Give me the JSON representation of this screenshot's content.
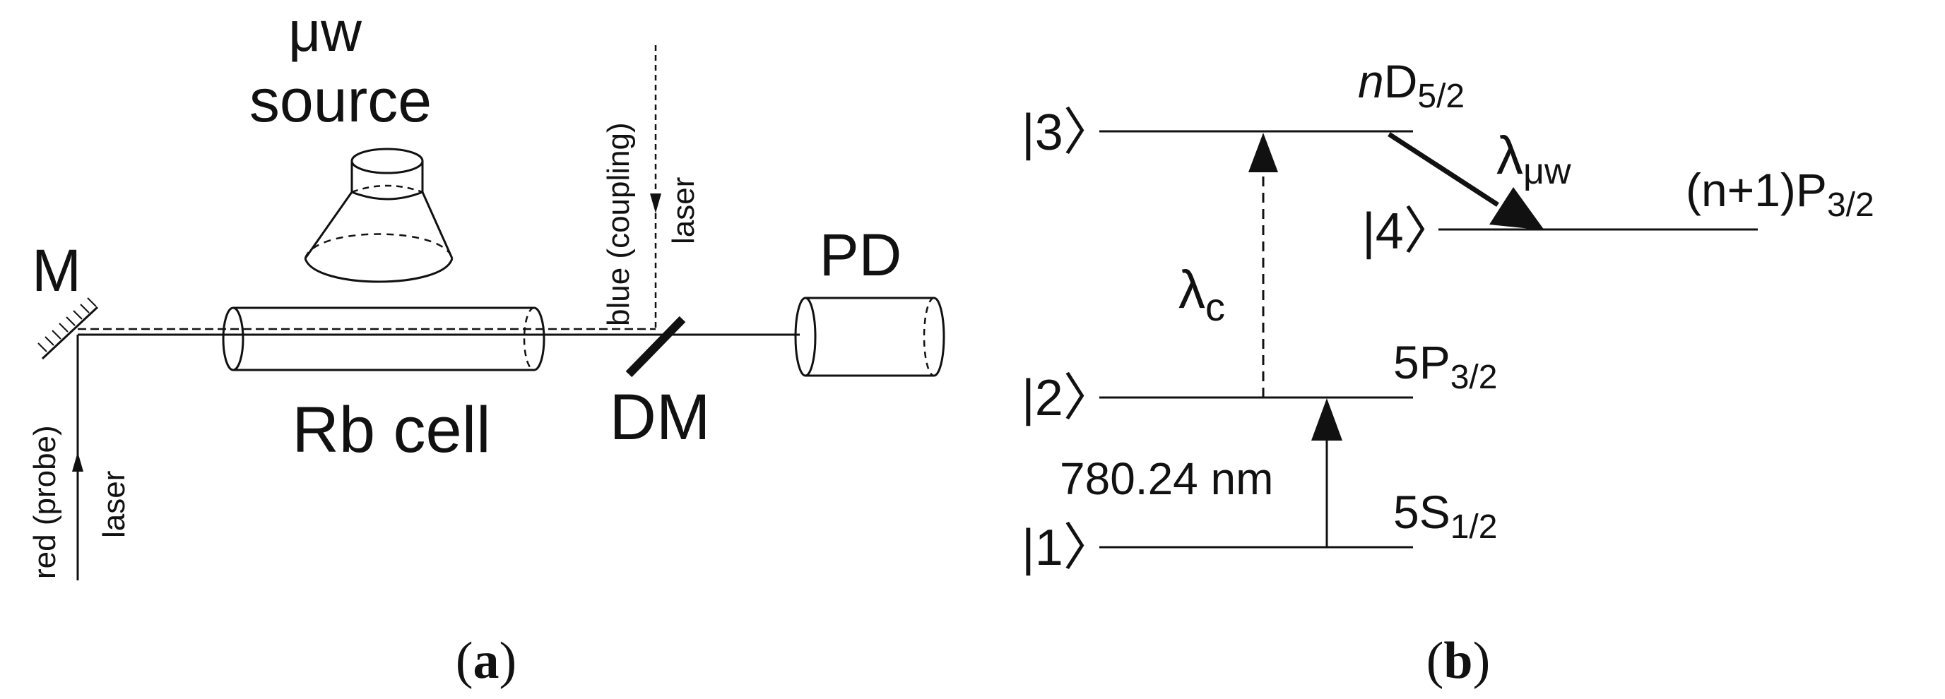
{
  "panel_a": {
    "label_open": "(",
    "label_letter": "a",
    "label_close": ")",
    "uw_label": "μw",
    "source_label": "source",
    "mirror_label": "M",
    "cell_label": "Rb cell",
    "dm_label": "DM",
    "pd_label": "PD",
    "probe_line1": "red (probe)",
    "probe_line2": "laser",
    "coupling_line1": "blue (coupling)",
    "coupling_line2": "laser"
  },
  "panel_b": {
    "label_open": "(",
    "label_letter": "b",
    "label_close": ")",
    "ket1": "|1〉",
    "ket2": "|2〉",
    "ket3": "|3〉",
    "ket4": "|4〉",
    "level_5s_main": "5S",
    "level_5s_sub": "1/2",
    "level_5p_main": "5P",
    "level_5p_sub": "3/2",
    "level_nd_n": "n",
    "level_nd_main": "D",
    "level_nd_sub": "5/2",
    "level_np_main": "(n+1)P",
    "level_np_sub": "3/2",
    "probe_wavelength": "780.24 nm",
    "lambda_c_main": "λ",
    "lambda_c_sub": "c",
    "lambda_uw_main": "λ",
    "lambda_uw_sub": "μw"
  }
}
